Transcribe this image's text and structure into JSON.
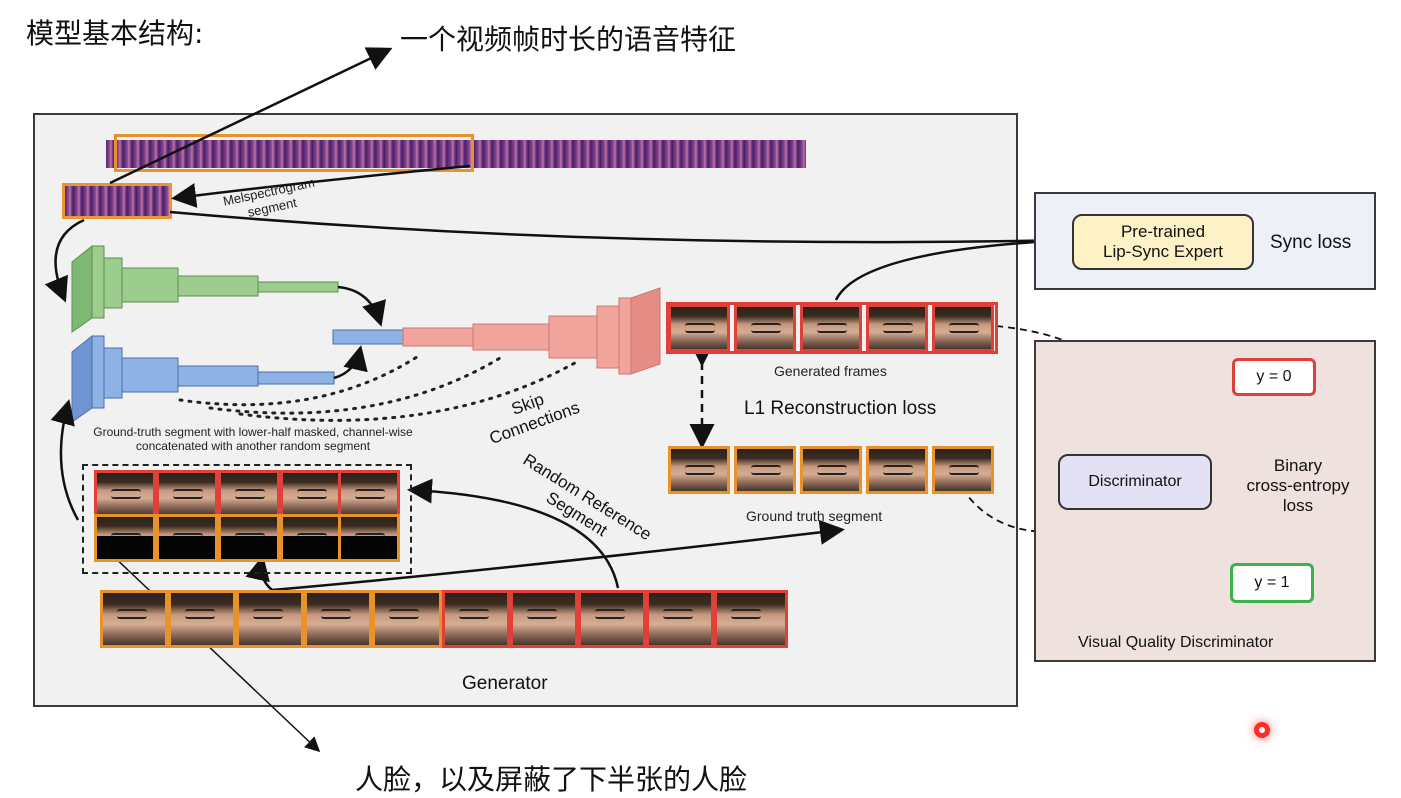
{
  "heading": "模型基本结构:",
  "annotation_top": "一个视频帧时长的语音特征",
  "annotation_bottom": "人脸，以及屏蔽了下半张的人脸",
  "generator": {
    "mel_label_1": "Melspectrogram",
    "mel_label_2": "segment",
    "gt_caption_1": "Ground-truth segment with lower-half masked, channel-wise",
    "gt_caption_2": "concatenated with another random segment",
    "skip_1": "Skip",
    "skip_2": "Connections",
    "random_ref_1": "Random Reference",
    "random_ref_2": "Segment",
    "generated_frames": "Generated frames",
    "l1_loss": "L1 Reconstruction loss",
    "ground_truth_segment": "Ground truth segment",
    "title": "Generator"
  },
  "sync": {
    "expert_1": "Pre-trained",
    "expert_2": "Lip-Sync Expert",
    "loss": "Sync loss"
  },
  "discriminator": {
    "box": "Discriminator",
    "y0": "y = 0",
    "y1": "y = 1",
    "bce_1": "Binary",
    "bce_2": "cross-entropy",
    "bce_3": "loss",
    "title": "Visual Quality Discriminator"
  },
  "colors": {
    "orange": "#e8922c",
    "red": "#e0403a",
    "green": "#3cb34a",
    "encoder_green": "#9ccc8e",
    "encoder_blue": "#8fb2e6",
    "decoder_pink": "#f0a49c",
    "expert_fill": "#fdf1c6",
    "disc_fill": "#e3e1f3"
  }
}
